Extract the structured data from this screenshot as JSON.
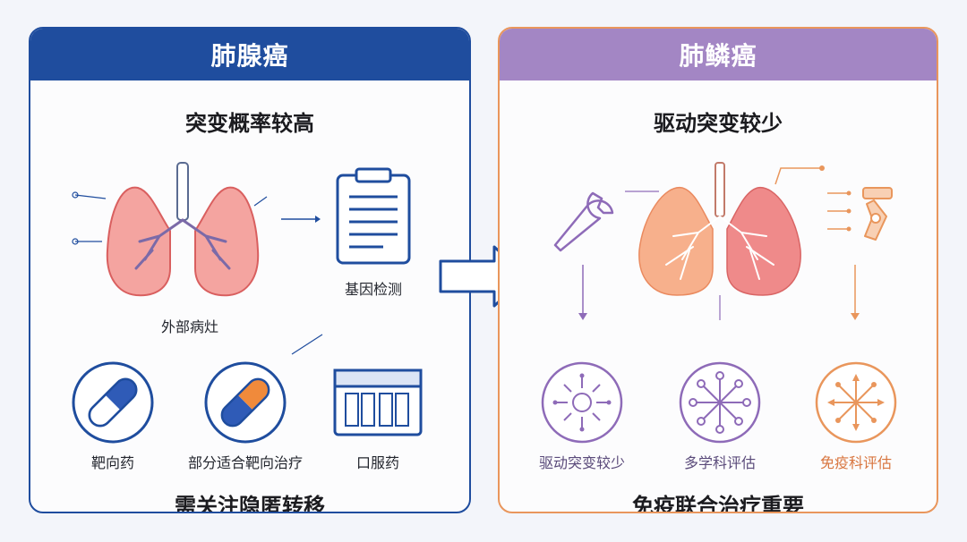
{
  "left_panel": {
    "header": "肺腺癌",
    "subtitle": "突变概率较高",
    "labels": {
      "lungs": "外部病灶",
      "gene_test": "基因检测",
      "targeted": "靶向药",
      "partial": "部分适合靶向治疗",
      "oral": "口服药"
    },
    "footer": "需关注隐匿转移"
  },
  "right_panel": {
    "header": "肺鳞癌",
    "subtitle": "驱动突变较少",
    "labels": {
      "driver": "驱动突变较少",
      "multi": "多学科评估",
      "immune": "免疫科评估"
    },
    "footer": "免疫联合治疗重要"
  },
  "colors": {
    "navy": "#1f4d9e",
    "purple": "#a386c4",
    "orange": "#e9965c",
    "lung_pink": "#f08b8b",
    "capsule_blue": "#2f5bb7",
    "capsule_orange": "#f08a3b"
  },
  "icons": [
    "lungs-icon",
    "clipboard-icon",
    "capsule-icon",
    "pill-box-icon",
    "wrench-icon",
    "robot-arm-icon",
    "virus-icon",
    "network-icon",
    "arrow-right-icon"
  ]
}
